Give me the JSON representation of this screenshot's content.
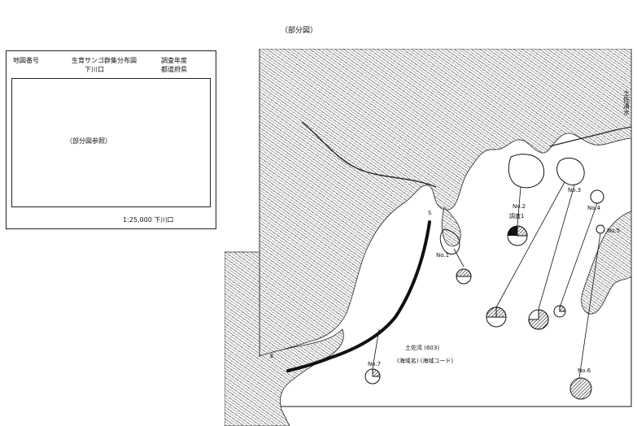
{
  "header": {
    "caption": "（部分図）"
  },
  "info_panel": {
    "map_number_label": "地図番号",
    "title_line1": "生育サンゴ群集分布図",
    "title_line2": "下川口",
    "survey_year_label": "調査年度",
    "prefecture_label": "都道府県",
    "inner_note": "（部分図参照）",
    "scale_text": "1:25,000 下川口"
  },
  "map": {
    "place_name": "土佐清水",
    "bay_label": "土佐湾 (603)",
    "bay_sublabel": "(海域名) (海域コード)",
    "station_labels": [
      "No.1",
      "No.2",
      "No.3",
      "No.4",
      "No.5",
      "No.6",
      "No.7"
    ],
    "survey_label": "調査1",
    "letters": [
      "S",
      "E"
    ],
    "colors": {
      "line": "#111111",
      "paper": "#ffffff",
      "relief": "#555555"
    }
  }
}
